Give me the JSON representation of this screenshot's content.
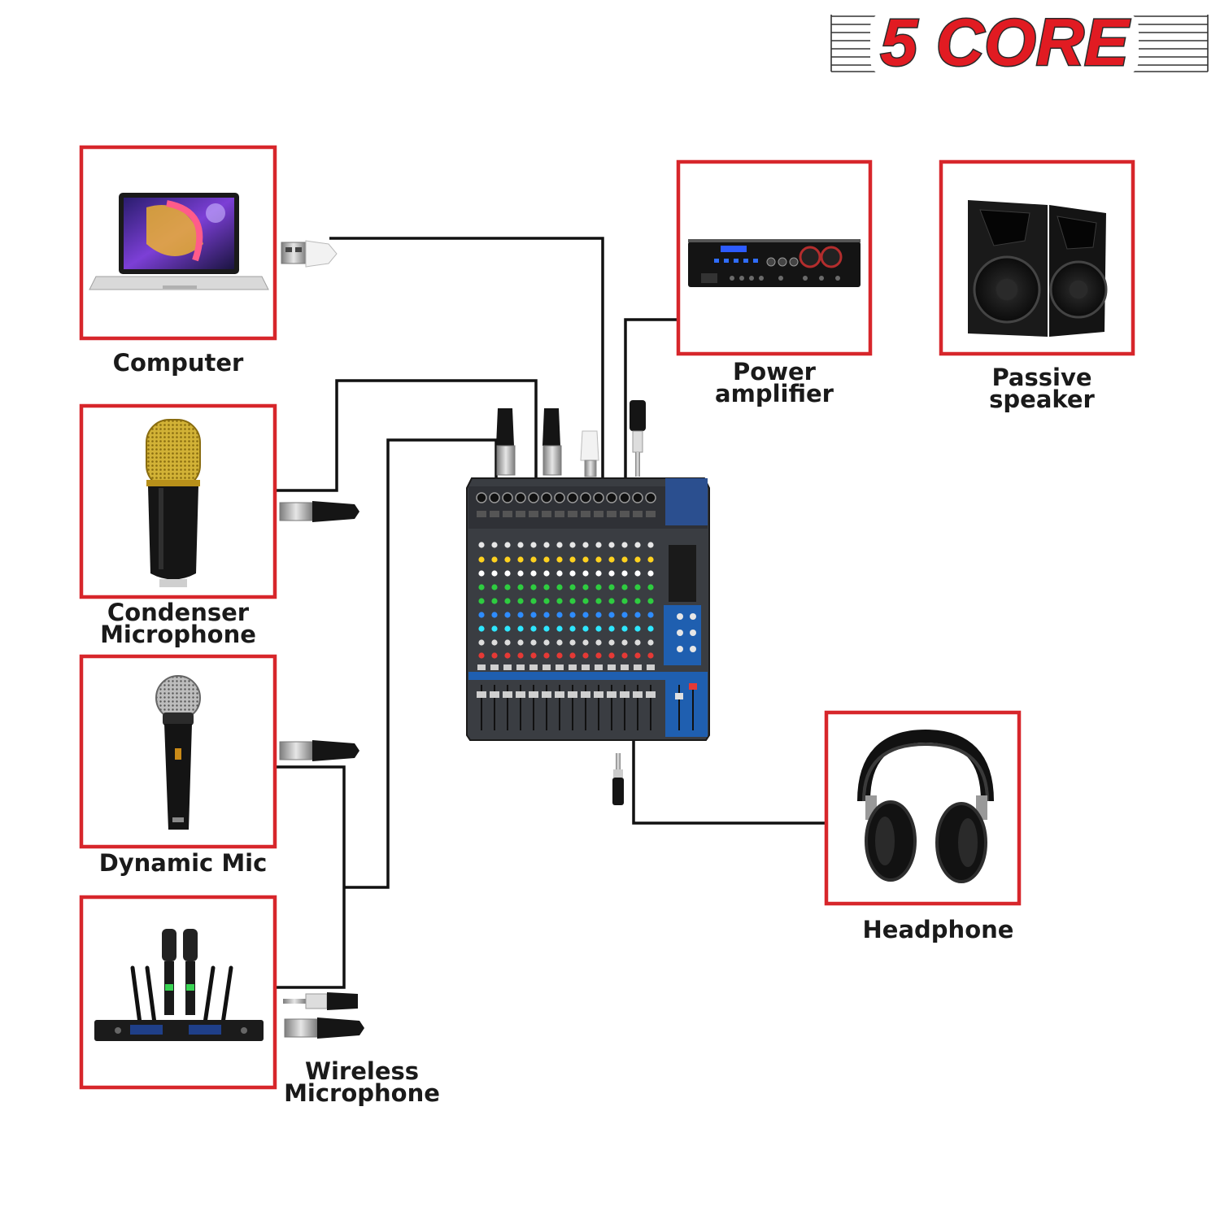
{
  "brand": {
    "logo_text": "5 CORE",
    "color": "#e11b22"
  },
  "colors": {
    "frame": "#d7262b",
    "wire": "#111111",
    "mixer_body": "#3a3d42",
    "mixer_accent": "#1f5fb0"
  },
  "devices": {
    "computer": {
      "label": [
        "Computer"
      ],
      "icon": "laptop-icon"
    },
    "condenser": {
      "label": [
        "Condenser",
        "Microphone"
      ],
      "icon": "condenser-mic-icon"
    },
    "dynamic": {
      "label": [
        "Dynamic Mic"
      ],
      "icon": "dynamic-mic-icon"
    },
    "wireless": {
      "label": [
        "Wireless",
        "Microphone"
      ],
      "icon": "wireless-receiver-icon"
    },
    "amplifier": {
      "label": [
        "Power",
        "amplifier"
      ],
      "icon": "power-amplifier-icon"
    },
    "speaker": {
      "label": [
        "Passive",
        "speaker"
      ],
      "icon": "passive-speaker-icon"
    },
    "headphone": {
      "label": [
        "Headphone"
      ],
      "icon": "headphone-icon"
    }
  },
  "mixer": {
    "icon": "audio-mixer-icon"
  },
  "connectors": [
    "usb-plug-icon",
    "xlr-plug-icon",
    "quarter-inch-jack-icon",
    "mini-jack-icon"
  ]
}
